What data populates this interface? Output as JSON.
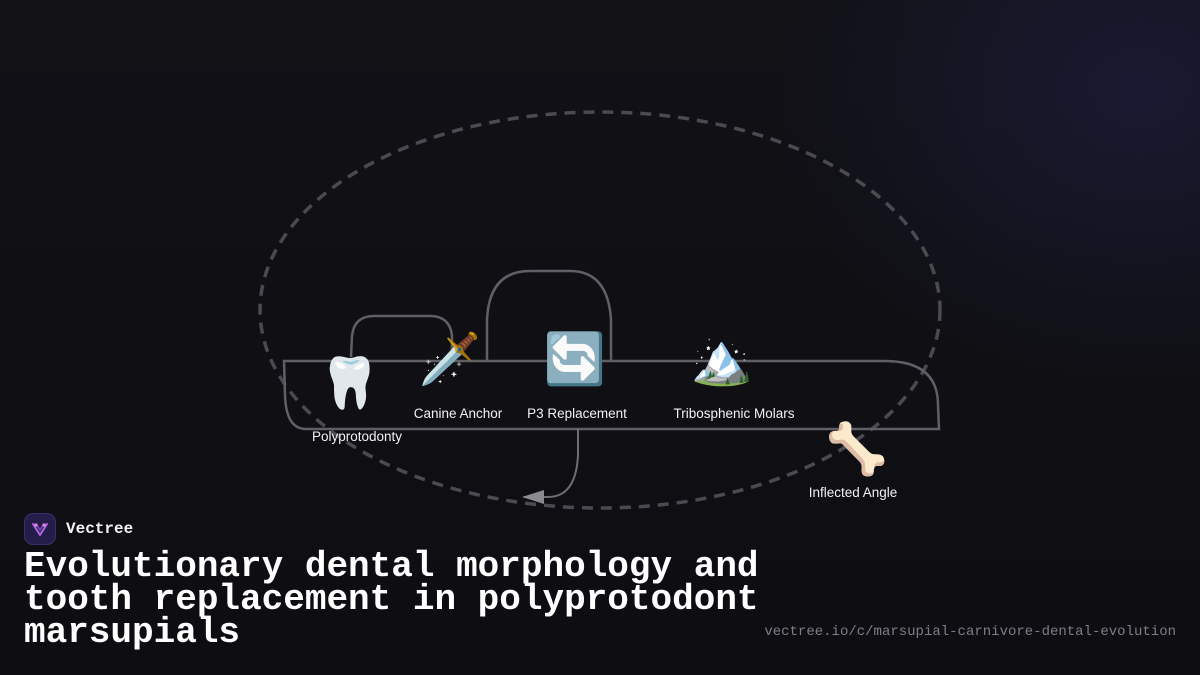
{
  "diagram": {
    "nodes": [
      {
        "id": "polyprotodonty",
        "label": "Polyprotodonty",
        "icon": "🦷",
        "icon_name": "tooth-icon"
      },
      {
        "id": "canine-anchor",
        "label": "Canine Anchor",
        "icon": "🗡️",
        "icon_name": "dagger-icon"
      },
      {
        "id": "p3-replacement",
        "label": "P3 Replacement",
        "icon": "🔄",
        "icon_name": "cycle-arrows-icon"
      },
      {
        "id": "tribosphenic-molars",
        "label": "Tribosphenic Molars",
        "icon": "🏔️",
        "icon_name": "mountain-icon"
      },
      {
        "id": "inflected-angle",
        "label": "Inflected Angle",
        "icon": "🦴",
        "icon_name": "bone-icon"
      }
    ],
    "colors": {
      "track": "#5f5f66",
      "dashed_loop": "#4a4a50",
      "label": "#f2f2f2"
    }
  },
  "brand": {
    "name": "Vectree",
    "logo_color": "#241d4a",
    "logo_accent": "#b366e0"
  },
  "footer": {
    "title": "Evolutionary dental morphology and tooth replacement in polyprotodont marsupials",
    "url": "vectree.io/c/marsupial-carnivore-dental-evolution"
  }
}
